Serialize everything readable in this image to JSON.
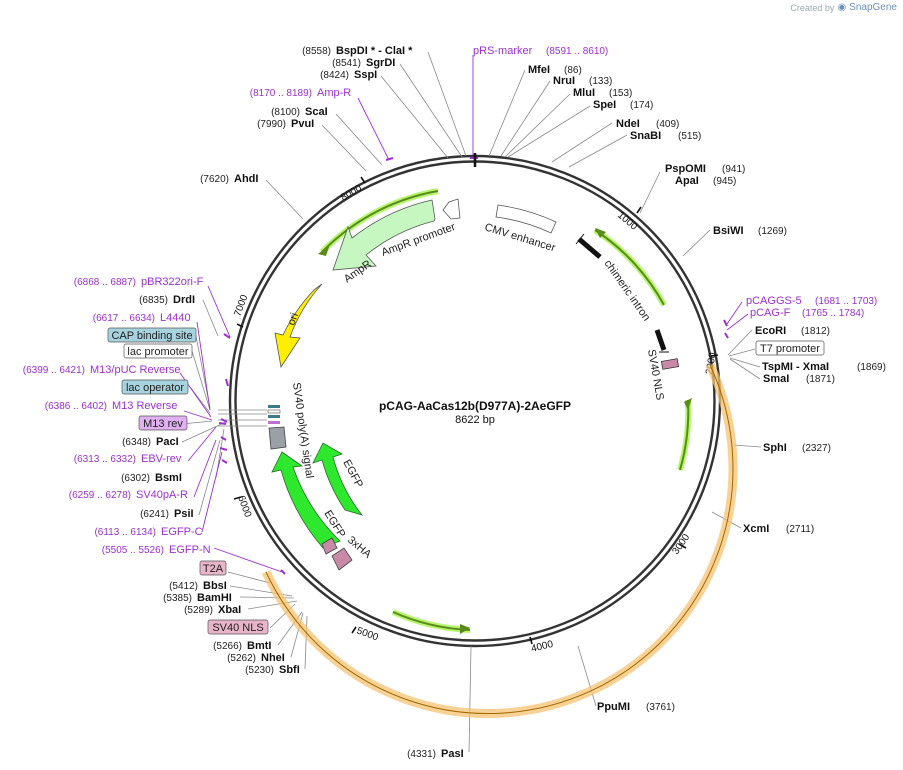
{
  "credit": {
    "prefix": "Created by",
    "brand": "SnapGene"
  },
  "plasmid": {
    "name": "pCAG-AaCas12b(D977A)-2AeGFP",
    "length": "8622 bp"
  },
  "ticks": [
    "1000",
    "2000",
    "3000",
    "4000",
    "5000",
    "6000",
    "7000",
    "8000"
  ],
  "sites": [
    {
      "enzyme": "BspDI *  -  ClaI *",
      "pos": "(8558)"
    },
    {
      "enzyme": "SgrDI",
      "pos": "(8541)"
    },
    {
      "enzyme": "SspI",
      "pos": "(8424)"
    },
    {
      "enzyme": "ScaI",
      "pos": "(8100)"
    },
    {
      "enzyme": "PvuI",
      "pos": "(7990)"
    },
    {
      "enzyme": "AhdI",
      "pos": "(7620)"
    },
    {
      "enzyme": "DrdI",
      "pos": "(6835)"
    },
    {
      "enzyme": "PacI",
      "pos": "(6348)"
    },
    {
      "enzyme": "BsmI",
      "pos": "(6302)"
    },
    {
      "enzyme": "PsiI",
      "pos": "(6241)"
    },
    {
      "enzyme": "BbsI",
      "pos": "(5412)"
    },
    {
      "enzyme": "BamHI",
      "pos": "(5385)"
    },
    {
      "enzyme": "XbaI",
      "pos": "(5289)"
    },
    {
      "enzyme": "BmtI",
      "pos": "(5266)"
    },
    {
      "enzyme": "NheI",
      "pos": "(5262)"
    },
    {
      "enzyme": "SbfI",
      "pos": "(5230)"
    },
    {
      "enzyme": "PasI",
      "pos": "(4331)"
    },
    {
      "enzyme": "MfeI",
      "pos": "(86)"
    },
    {
      "enzyme": "NruI",
      "pos": "(133)"
    },
    {
      "enzyme": "MluI",
      "pos": "(153)"
    },
    {
      "enzyme": "SpeI",
      "pos": "(174)"
    },
    {
      "enzyme": "NdeI",
      "pos": "(409)"
    },
    {
      "enzyme": "SnaBI",
      "pos": "(515)"
    },
    {
      "enzyme": "PspOMI",
      "pos": "(941)"
    },
    {
      "enzyme": "ApaI",
      "pos": "(945)"
    },
    {
      "enzyme": "BsiWI",
      "pos": "(1269)"
    },
    {
      "enzyme": "EcoRI",
      "pos": "(1812)"
    },
    {
      "enzyme": "TspMI  -  XmaI",
      "pos": "(1869)"
    },
    {
      "enzyme": "SmaI",
      "pos": "(1871)"
    },
    {
      "enzyme": "SphI",
      "pos": "(2327)"
    },
    {
      "enzyme": "XcmI",
      "pos": "(2711)"
    },
    {
      "enzyme": "PpuMI",
      "pos": "(3761)"
    }
  ],
  "primers": [
    {
      "name": "pRS-marker",
      "pos": "(8591 .. 8610)"
    },
    {
      "name": "Amp-R",
      "pos": "(8170 .. 8189)"
    },
    {
      "name": "pBR322ori-F",
      "pos": "(6868 .. 6887)"
    },
    {
      "name": "L4440",
      "pos": "(6617 .. 6634)"
    },
    {
      "name": "M13/pUC Reverse",
      "pos": "(6399 .. 6421)"
    },
    {
      "name": "M13 Reverse",
      "pos": "(6386 .. 6402)"
    },
    {
      "name": "EBV-rev",
      "pos": "(6313 .. 6332)"
    },
    {
      "name": "SV40pA-R",
      "pos": "(6259 .. 6278)"
    },
    {
      "name": "EGFP-C",
      "pos": "(6113 .. 6134)"
    },
    {
      "name": "EGFP-N",
      "pos": "(5505 .. 5526)"
    },
    {
      "name": "pCAGGS-5",
      "pos": "(1681 .. 1703)"
    },
    {
      "name": "pCAG-F",
      "pos": "(1765 .. 1784)"
    }
  ],
  "boxed_labels": [
    {
      "text": "CAP binding site",
      "fill": "#a7d3de"
    },
    {
      "text": "lac promoter",
      "fill": "#ffffff"
    },
    {
      "text": "lac operator",
      "fill": "#a7d3de"
    },
    {
      "text": "M13 rev",
      "fill": "#e0b0f0"
    },
    {
      "text": "T2A",
      "fill": "#e8b4c8"
    },
    {
      "text": "SV40 NLS",
      "fill": "#e8b4c8"
    },
    {
      "text": "T7 promoter",
      "fill": "#ffffff"
    }
  ],
  "features": {
    "cmv": "CMV enhancer",
    "chimeric": "chimeric intron",
    "sv40nls": "SV40 NLS",
    "ampr": "AmpR",
    "ampr_prom": "AmpR promoter",
    "ori": "ori",
    "sv40pa": "SV40 poly(A) signal",
    "egfp1": "EGFP",
    "egfp2": "EGFP",
    "hax3": "3xHA"
  },
  "colors": {
    "backbone": "#333333",
    "primer": "#9b30d0",
    "orange": "#f5a623",
    "green": "#2ee82e",
    "ampr": "#c6f7c0",
    "ori": "#ffee00"
  }
}
